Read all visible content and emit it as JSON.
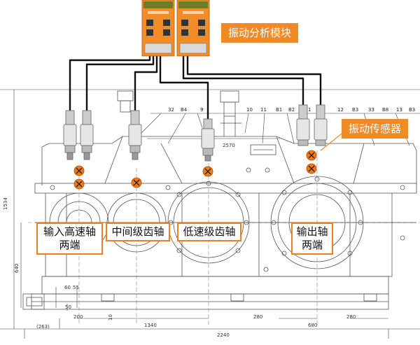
{
  "module_label": "振动分析模块",
  "sensor_label": "振动传感器",
  "shaft_labels": {
    "input": [
      "输入高速轴",
      "两端"
    ],
    "intermediate": "中间级齿轴",
    "low_speed": "低速级齿轴",
    "output": [
      "输出轴",
      "两端"
    ]
  },
  "part_tags": [
    "32",
    "B4",
    "9",
    "10",
    "11",
    "B1",
    "B2",
    "1",
    "12",
    "B3",
    "33",
    "B8",
    "13",
    "B3"
  ],
  "dimensions": {
    "height_total": "1534",
    "center_height": "640",
    "width_total": "2240",
    "span_1340": "1340",
    "span_680": "680",
    "span_280a": "280",
    "span_280b": "280",
    "span_200": "200",
    "span_263": "(263)",
    "span_2570": "2570",
    "small_60": "60",
    "small_55": "55",
    "small_50": "50",
    "small_10": "10"
  },
  "colors": {
    "accent": "#f08a24",
    "module_body": "#f28c28",
    "marker": "#f07a1a",
    "line": "#111111"
  }
}
